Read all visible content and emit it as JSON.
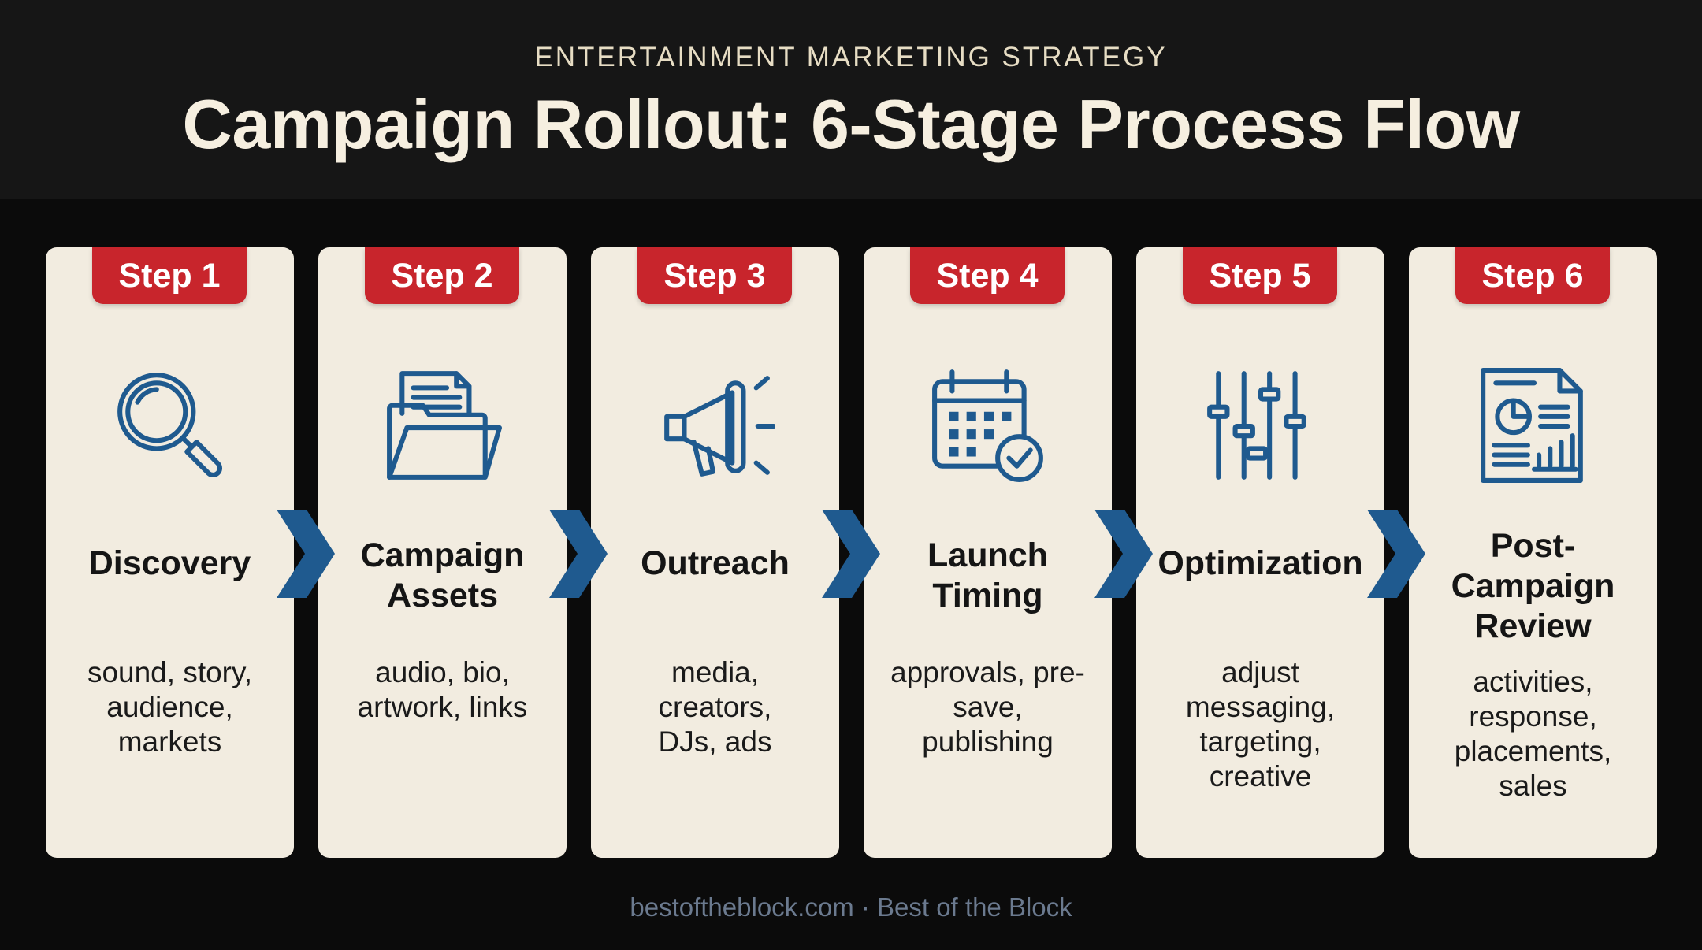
{
  "header": {
    "eyebrow": "ENTERTAINMENT MARKETING STRATEGY",
    "title": "Campaign Rollout: 6-Stage Process Flow"
  },
  "colors": {
    "background": "#0b0b0b",
    "card": "#f2ece0",
    "badge": "#c8252c",
    "icon_stroke": "#1f5a8f",
    "arrow": "#1f5a8f"
  },
  "stages": [
    {
      "step": "Step 1",
      "title": "Discovery",
      "description": "sound, story, audience, markets",
      "icon": "magnifying-glass-icon"
    },
    {
      "step": "Step 2",
      "title": "Campaign Assets",
      "description": "audio, bio, artwork, links",
      "icon": "folder-documents-icon"
    },
    {
      "step": "Step 3",
      "title": "Outreach",
      "description": "media, creators, DJs, ads",
      "icon": "megaphone-icon"
    },
    {
      "step": "Step 4",
      "title": "Launch Timing",
      "description": "approvals, pre-save, publishing",
      "icon": "calendar-check-icon"
    },
    {
      "step": "Step 5",
      "title": "Optimization",
      "description": "adjust messaging, targeting, creative",
      "icon": "sliders-icon"
    },
    {
      "step": "Step 6",
      "title": "Post-Campaign Review",
      "description": "activities, response, placements, sales",
      "icon": "report-chart-icon"
    }
  ],
  "footer": {
    "text": "bestoftheblock.com · Best of the Block"
  }
}
